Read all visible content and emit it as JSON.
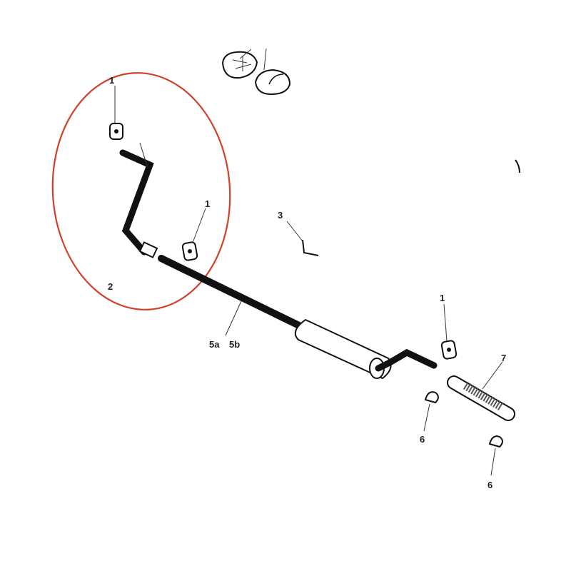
{
  "diagram": {
    "highlight_color": "#d0402a",
    "labels": {
      "mount_top": "1",
      "mount_mid": "1",
      "front_pipe": "2",
      "clip": "3",
      "section_a": "5a",
      "section_b": "5b",
      "mount_rear": "1",
      "flex_pipe": "7",
      "clamp_a": "6",
      "clamp_b": "6"
    }
  }
}
